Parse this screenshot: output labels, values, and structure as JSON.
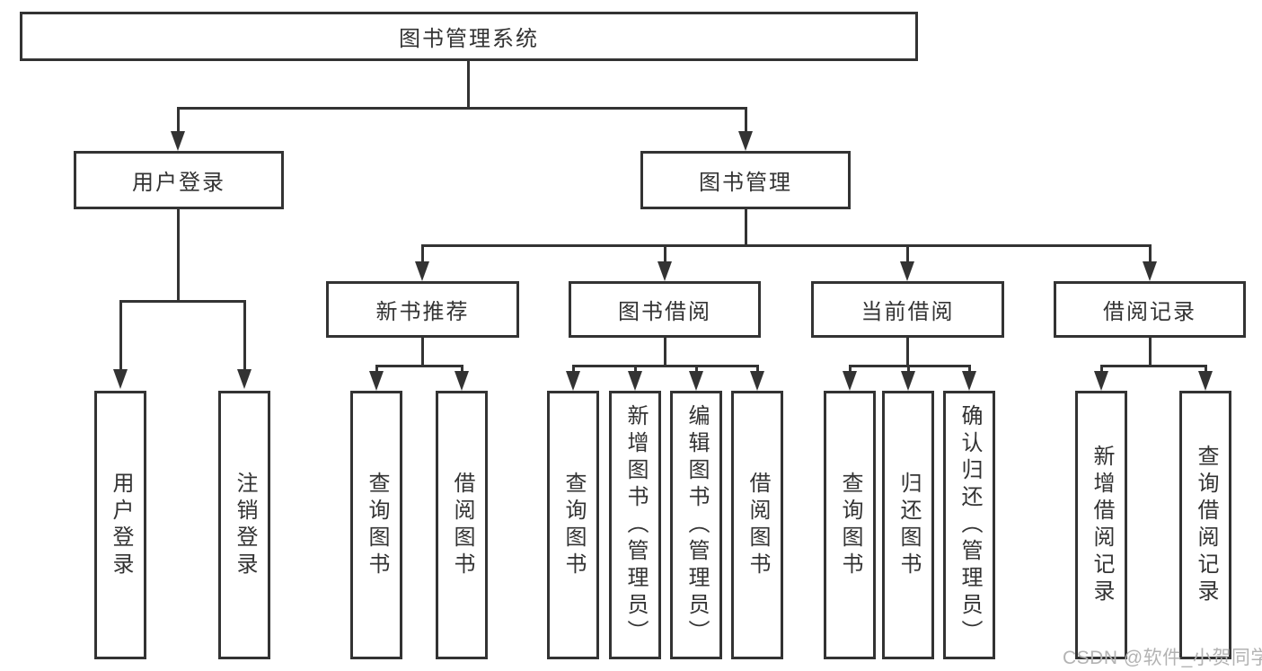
{
  "diagram": {
    "root": {
      "label": "图书管理系统"
    },
    "level2": [
      {
        "label": "用户登录"
      },
      {
        "label": "图书管理"
      }
    ],
    "level3": [
      {
        "label": "新书推荐"
      },
      {
        "label": "图书借阅"
      },
      {
        "label": "当前借阅"
      },
      {
        "label": "借阅记录"
      }
    ],
    "level4": {
      "user_login": [
        {
          "label": "用户登录"
        },
        {
          "label": "注销登录"
        }
      ],
      "new_book": [
        {
          "label": "查询图书"
        },
        {
          "label": "借阅图书"
        }
      ],
      "book_borrow": [
        {
          "label": "查询图书"
        },
        {
          "label": "新增图书（管理员）"
        },
        {
          "label": "编辑图书（管理员）"
        },
        {
          "label": "借阅图书"
        }
      ],
      "current_borrow": [
        {
          "label": "查询图书"
        },
        {
          "label": "归还图书"
        },
        {
          "label": "确认归还（管理员）"
        }
      ],
      "borrow_records": [
        {
          "label": "新增借阅记录"
        },
        {
          "label": "查询借阅记录"
        }
      ]
    }
  },
  "watermark": {
    "text": "CSDN @软件_小贺同学"
  },
  "colors": {
    "line": "#333333",
    "text": "#333333",
    "watermark": "#b3b3b3",
    "background": "#ffffff"
  }
}
